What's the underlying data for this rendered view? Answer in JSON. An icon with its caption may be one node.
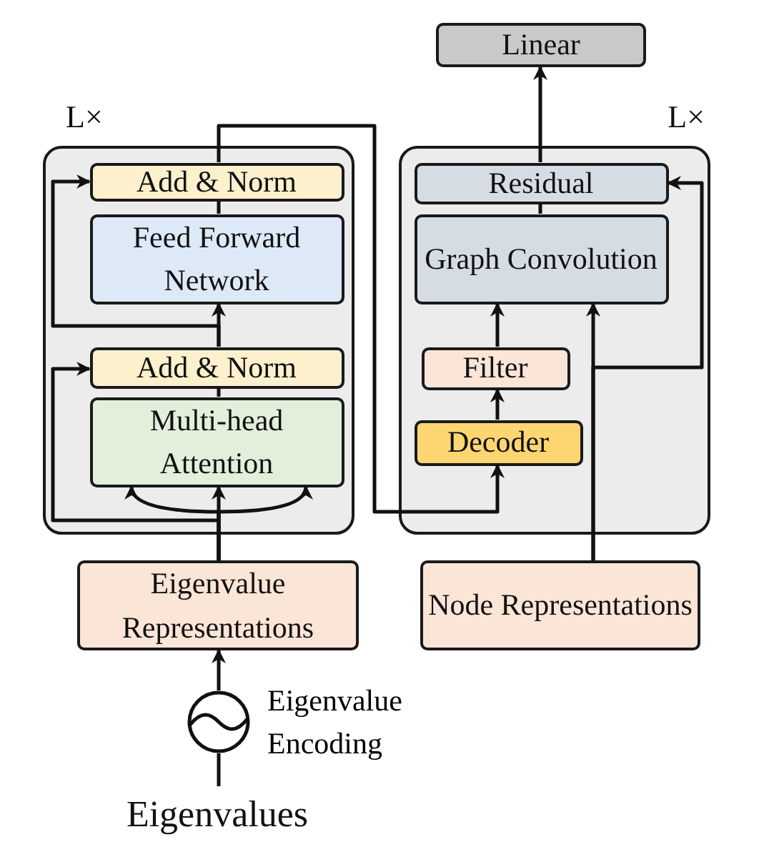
{
  "diagram": {
    "nodes": [
      {
        "text": [
          "L×"
        ]
      },
      {
        "text": [
          "Add & Norm"
        ],
        "in": 0
      },
      {
        "text": [
          "Feed Forward Network"
        ],
        "in": 0
      },
      {
        "text": [
          "Add & Norm"
        ],
        "in": 0
      },
      {
        "text": [
          "Multi-head Attention"
        ],
        "in": 0
      },
      {
        "text": [
          "Eigenvalue Representations"
        ]
      },
      {
        "text": [],
        "shape": "circle",
        "beside": [
          "Eigenvalue Encoding"
        ]
      },
      {
        "text": [
          "Eigenvalues"
        ]
      },
      {
        "text": [
          "Linear"
        ]
      },
      {
        "text": [
          "L×"
        ]
      },
      {
        "text": [
          "Residual"
        ],
        "in": 9
      },
      {
        "text": [
          "Graph Convolution"
        ],
        "in": 9
      },
      {
        "text": [
          "Filter"
        ],
        "in": 9
      },
      {
        "text": [
          "Decoder"
        ],
        "in": 9
      },
      {
        "text": [
          "Node Representations"
        ]
      }
    ],
    "edges": [
      {
        "from": 7,
        "to": 6,
        "arrow": "none"
      },
      {
        "from": 6,
        "to": 5,
        "arrow": "to"
      },
      {
        "from": 5,
        "to": 4,
        "arrow": "to"
      },
      {
        "from": 5,
        "to": 4,
        "arrow": "to"
      },
      {
        "from": 5,
        "to": 4,
        "arrow": "to"
      },
      {
        "from": 5,
        "to": 3,
        "arrow": "to"
      },
      {
        "from": 4,
        "to": 3,
        "arrow": "none"
      },
      {
        "from": 3,
        "to": 2,
        "arrow": "to"
      },
      {
        "from": 3,
        "to": 1,
        "arrow": "to"
      },
      {
        "from": 2,
        "to": 1,
        "arrow": "none"
      },
      {
        "from": 1,
        "to": 13,
        "arrow": "to"
      },
      {
        "from": 13,
        "to": 12,
        "arrow": "to"
      },
      {
        "from": 12,
        "to": 11,
        "arrow": "to"
      },
      {
        "from": 14,
        "to": 11,
        "arrow": "to"
      },
      {
        "from": 14,
        "to": 10,
        "arrow": "to"
      },
      {
        "from": 11,
        "to": 10,
        "arrow": "none"
      },
      {
        "from": 10,
        "to": 8,
        "arrow": "to"
      }
    ]
  }
}
